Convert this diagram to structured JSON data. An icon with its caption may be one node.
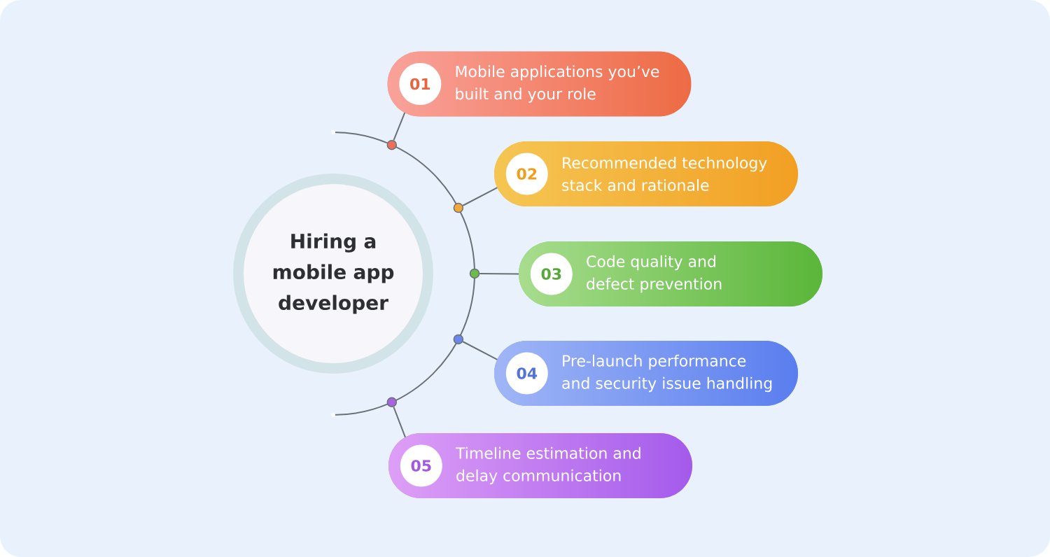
{
  "diagram": {
    "nodes": [
      {
        "text": [
          "Hiring a mobile app developer"
        ]
      },
      {
        "text": [
          "Mobile applications you’ve built and your role"
        ]
      },
      {
        "text": [
          "01"
        ],
        "in": 1
      },
      {
        "text": [
          "Recommended technology stack and rationale"
        ]
      },
      {
        "text": [
          "02"
        ],
        "in": 3
      },
      {
        "text": [
          "Code quality and defect prevention"
        ]
      },
      {
        "text": [
          "03"
        ],
        "in": 5
      },
      {
        "text": [
          "Pre-launch performance and security issue handling"
        ]
      },
      {
        "text": [
          "04"
        ],
        "in": 7
      },
      {
        "text": [
          "Timeline estimation and delay communication"
        ]
      },
      {
        "text": [
          "05"
        ],
        "in": 9
      },
      {
        "text": [],
        "shape": "circle"
      },
      {
        "text": [],
        "shape": "circle"
      },
      {
        "text": [],
        "shape": "circle"
      },
      {
        "text": [],
        "shape": "circle"
      },
      {
        "text": [],
        "shape": "circle"
      }
    ],
    "edges": [
      {
        "from": 11,
        "to": 1,
        "arrow": "none"
      },
      {
        "from": 12,
        "to": 3,
        "arrow": "none"
      },
      {
        "from": 13,
        "to": 5,
        "arrow": "none"
      },
      {
        "from": 14,
        "to": 7,
        "arrow": "none"
      },
      {
        "from": 15,
        "to": 9,
        "arrow": "none"
      }
    ]
  }
}
